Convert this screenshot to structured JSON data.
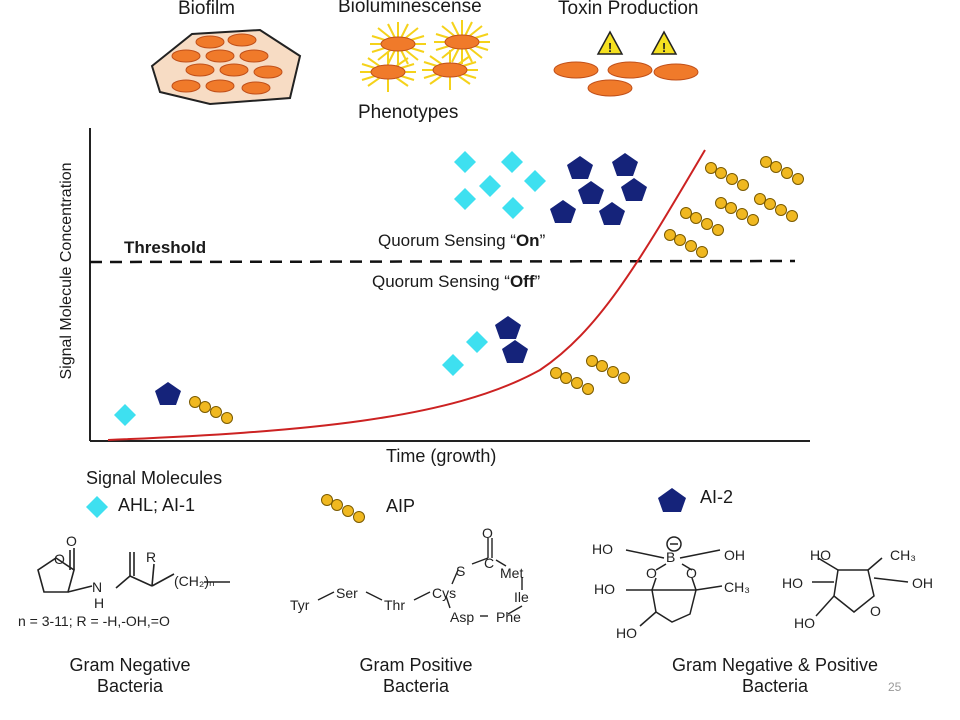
{
  "phenotypes": {
    "biofilm": "Biofilm",
    "bioluminescence": "Bioluminescense",
    "toxin": "Toxin Production",
    "caption": "Phenotypes"
  },
  "plot": {
    "ylabel": "Signal Molecule Concentration",
    "xlabel": "Time (growth)",
    "threshold_label": "Threshold",
    "on_label_prefix": "Quorum Sensing “",
    "on_label_word": "On",
    "on_label_suffix": "”",
    "off_label_prefix": "Quorum Sensing “",
    "off_label_word": "Off",
    "off_label_suffix": "”"
  },
  "legend": {
    "title": "Signal Molecules",
    "ahl": "AHL; AI-1",
    "aip": "AIP",
    "ai2": "AI-2"
  },
  "structures": {
    "gram_negative": {
      "note": "n = 3-11; R = -H,-OH,=O",
      "atoms": [
        "O",
        "O",
        "N",
        "H",
        "R",
        "(CH₂)ₙ"
      ]
    },
    "gram_positive": {
      "residues": [
        "Tyr",
        "Ser",
        "Thr",
        "Cys",
        "S",
        "C",
        "O",
        "Met",
        "Ile",
        "Asp",
        "Phe"
      ]
    },
    "gram_both": {
      "atoms": [
        "HO",
        "B",
        "OH",
        "O",
        "O",
        "HO",
        "CH₃",
        "HO",
        "HO",
        "CH₃",
        "HO",
        "OH",
        "O",
        "HO"
      ]
    }
  },
  "groups": {
    "negative": [
      "Gram Negative",
      "Bacteria"
    ],
    "positive": [
      "Gram Positive",
      "Bacteria"
    ],
    "both": [
      "Gram Negative & Positive",
      "Bacteria"
    ]
  },
  "page_number": "25",
  "colors": {
    "ahl": "#3ee0f0",
    "ai2": "#15237a",
    "aip": "#f0b820",
    "curve": "#cc2222",
    "cell": "#f07a2a",
    "biofilm_bg": "#f7dcc4"
  }
}
